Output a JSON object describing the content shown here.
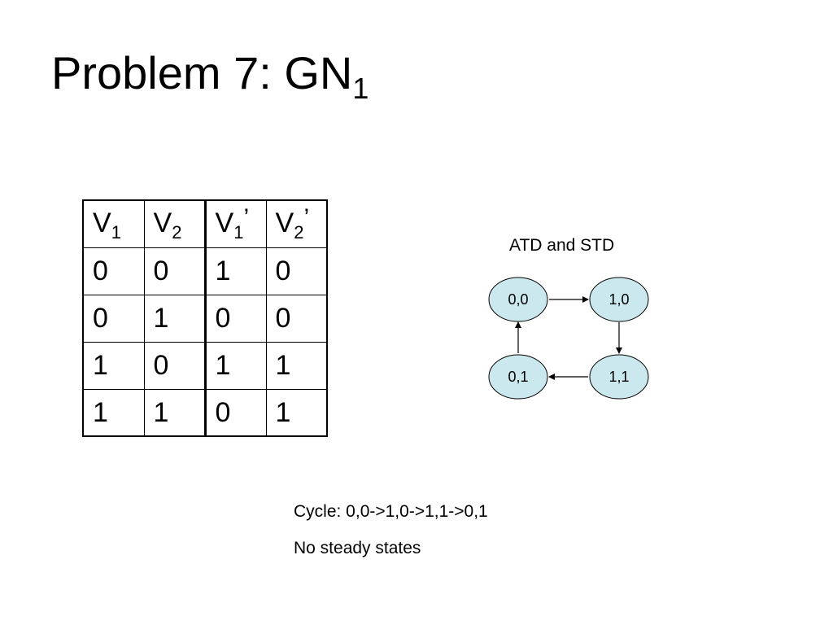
{
  "slide": {
    "title_main": "Problem 7: GN",
    "title_sub": "1"
  },
  "table": {
    "headers": [
      {
        "base": "V",
        "sub": "1",
        "prime": ""
      },
      {
        "base": "V",
        "sub": "2",
        "prime": ""
      },
      {
        "base": "V",
        "sub": "1",
        "prime": "’"
      },
      {
        "base": "V",
        "sub": "2",
        "prime": "’"
      }
    ],
    "rows": [
      [
        "0",
        "0",
        "1",
        "0"
      ],
      [
        "0",
        "1",
        "0",
        "0"
      ],
      [
        "1",
        "0",
        "1",
        "1"
      ],
      [
        "1",
        "1",
        "0",
        "1"
      ]
    ]
  },
  "diagram": {
    "title": "ATD and STD",
    "node_fill": "#cce8ef",
    "nodes": {
      "n00": "0,0",
      "n10": "1,0",
      "n01": "0,1",
      "n11": "1,1"
    }
  },
  "notes": {
    "cycle": "Cycle: 0,0->1,0->1,1->0,1",
    "steady": "No steady states"
  }
}
